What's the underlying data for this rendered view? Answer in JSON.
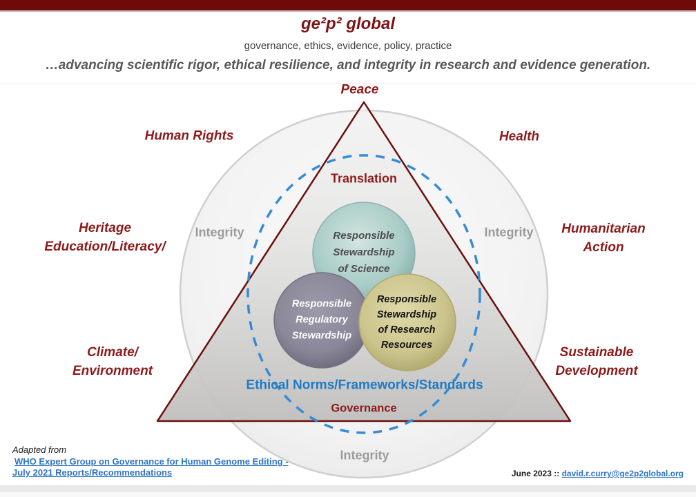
{
  "header": {
    "title": "ge²p² global",
    "subtitle": "governance, ethics, evidence, policy, practice",
    "tagline": "…advancing scientific rigor, ethical resilience, and integrity in research and evidence generation."
  },
  "diagram": {
    "outer_labels": {
      "peace": [
        "Peace"
      ],
      "human_rights": [
        "Human Rights"
      ],
      "health": [
        "Health"
      ],
      "heritage": [
        "Heritage",
        "Education/Literacy/"
      ],
      "humanitarian": [
        "Humanitarian",
        "Action"
      ],
      "climate": [
        "Climate/",
        "Environment"
      ],
      "sustainable": [
        "Sustainable",
        "Development"
      ]
    },
    "integrity": "Integrity",
    "translation": "Translation",
    "ethical_norms": "Ethical Norms/Frameworks/Standards",
    "governance": "Governance",
    "venn": [
      {
        "name": "science",
        "lines": [
          "Responsible",
          "Stewardship",
          "of Science"
        ],
        "color": "#A8CCC7"
      },
      {
        "name": "regulatory",
        "lines": [
          "Responsible",
          "Regulatory",
          "Stewardship"
        ],
        "color": "#8A8798"
      },
      {
        "name": "resources",
        "lines": [
          "Responsible",
          "Stewardship",
          "of Research",
          "Resources"
        ],
        "color": "#CBC48C"
      }
    ],
    "colors": {
      "bar_maroon": "#6E0A0A",
      "label_maroon": "#8C1A1A",
      "triangle_stroke": "#6B0E0E",
      "dash_blue": "#358BD5",
      "text_blue": "#1F7BC3",
      "integrity_gray": "#9B9B9B",
      "link_blue": "#2E75C6"
    }
  },
  "footer": {
    "adapted_from": "Adapted from",
    "link_line1": "WHO Expert Group on Governance for Human Genome Editing -",
    "link_line2": "July 2021 Reports/Recommendations",
    "date_label": "June 2023 ::",
    "email": "david.r.curry@ge2p2global.org"
  }
}
